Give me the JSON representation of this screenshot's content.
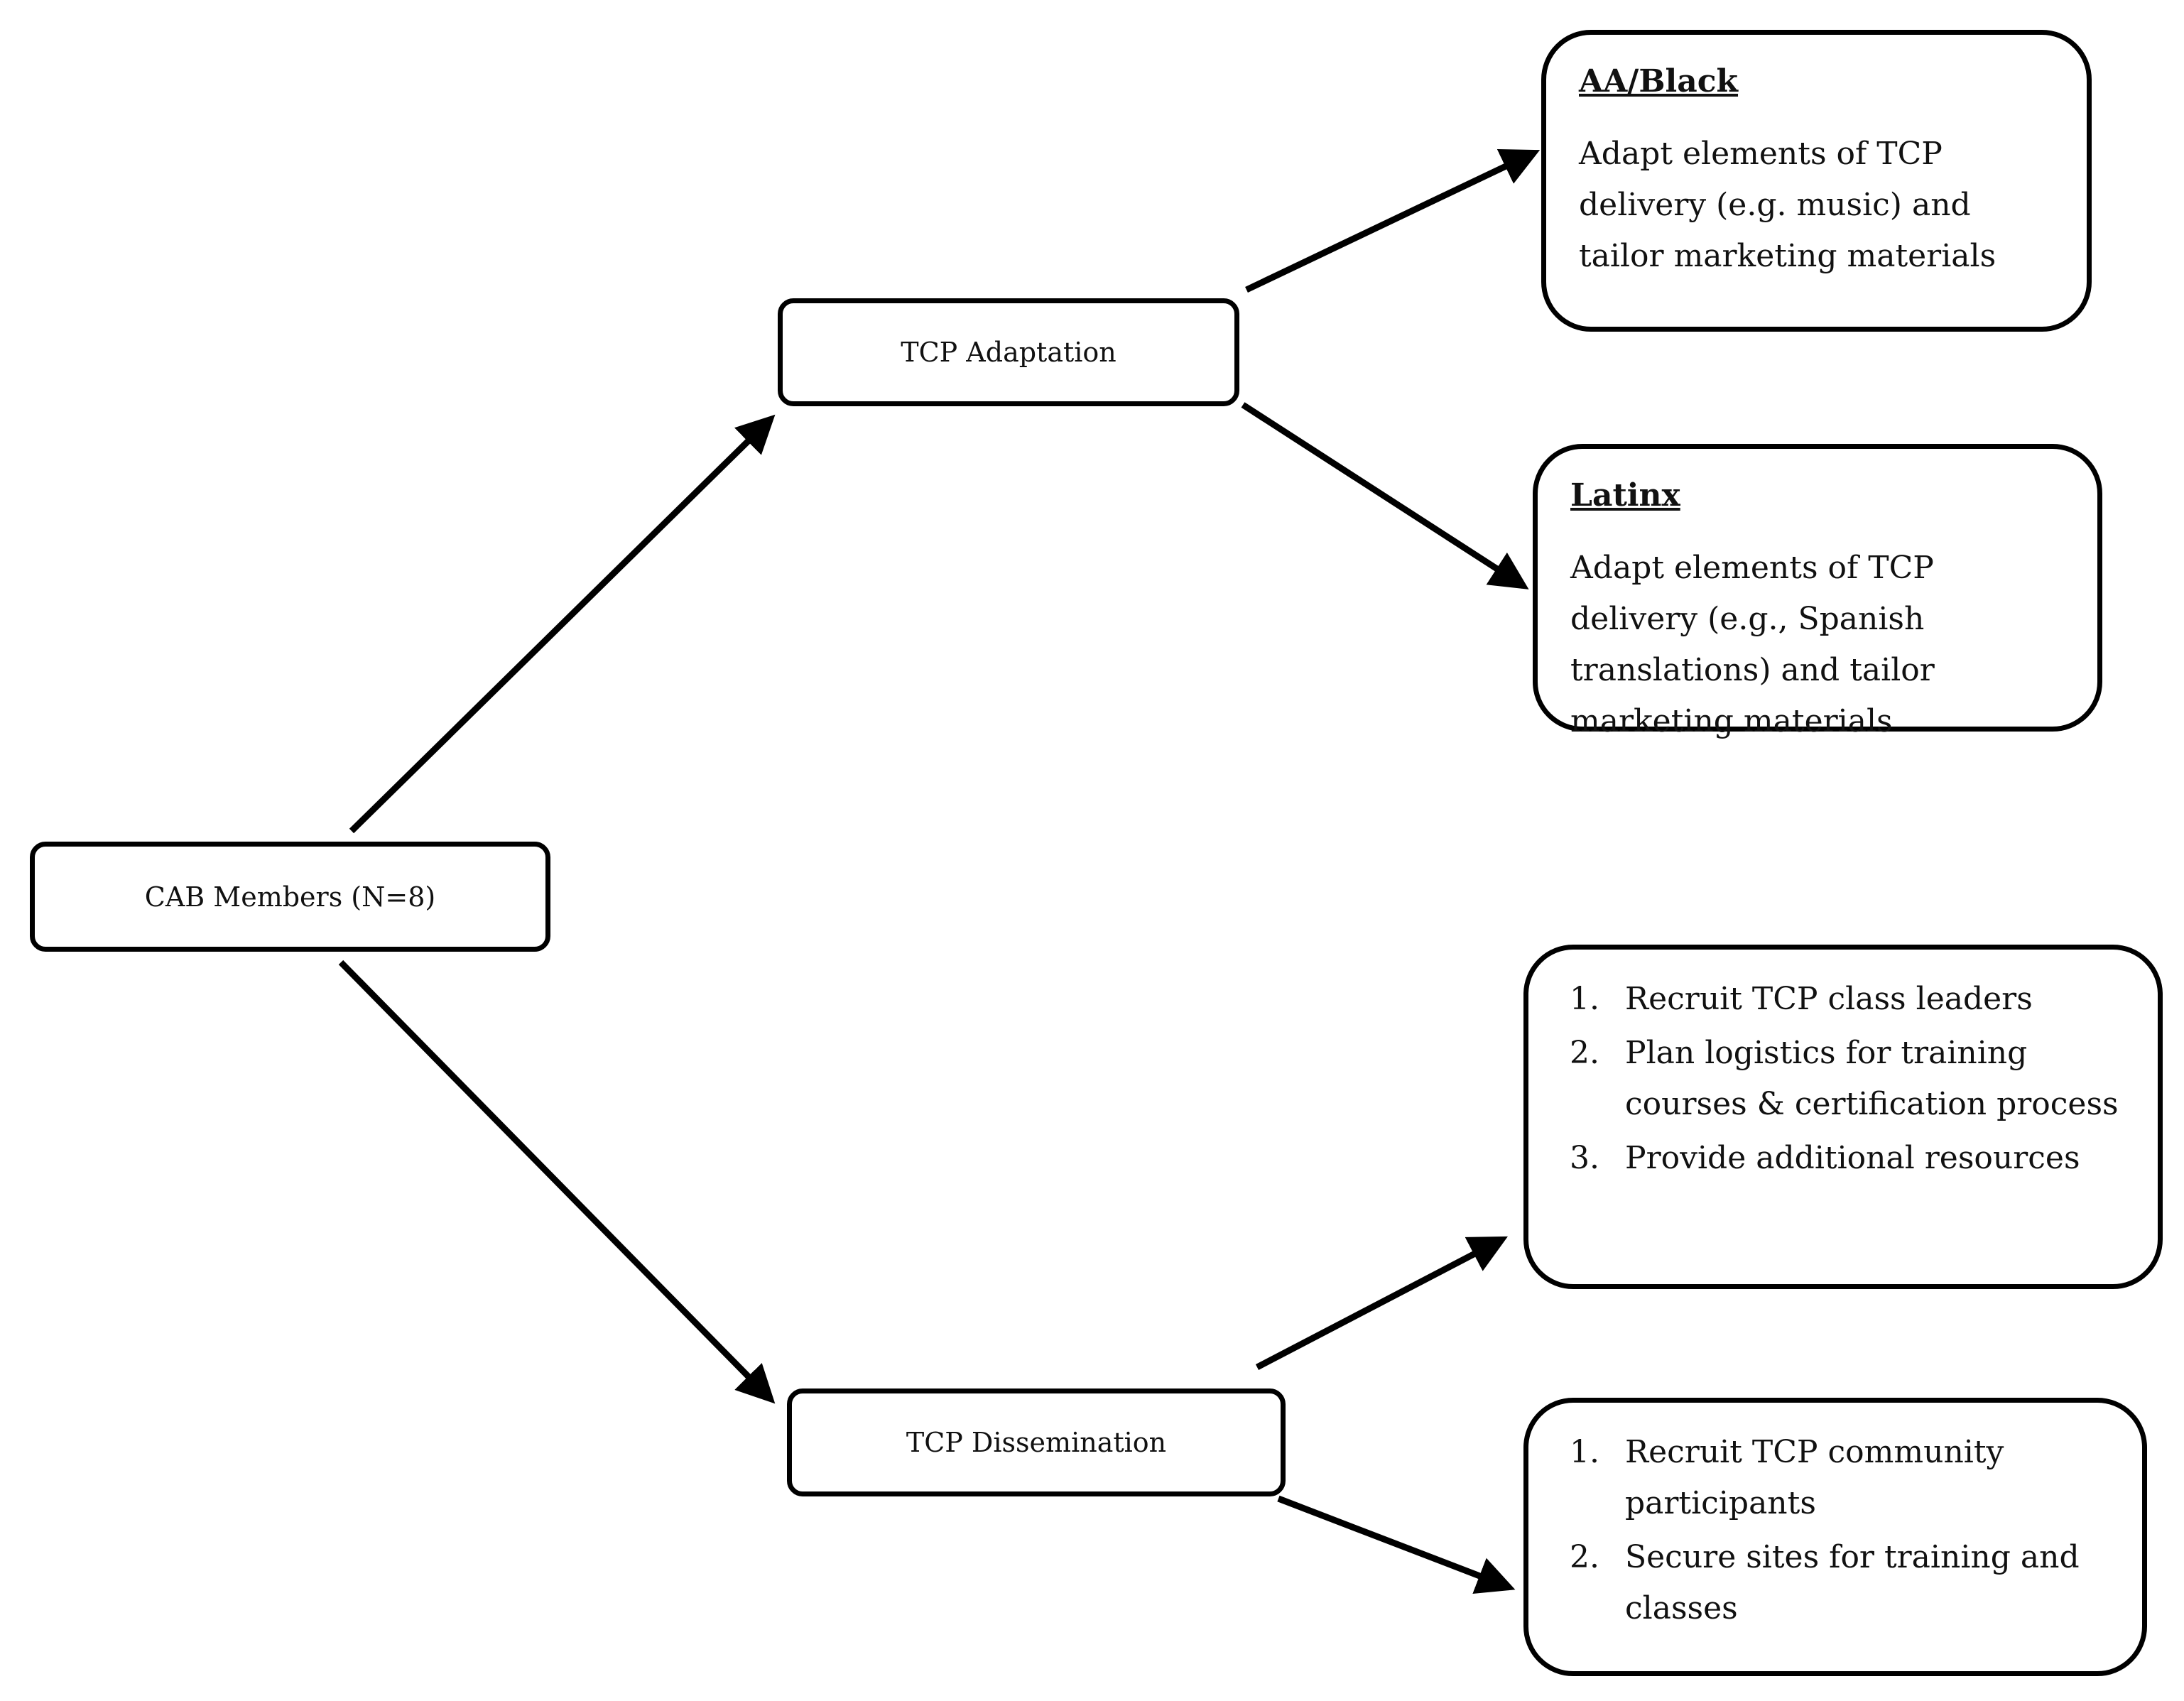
{
  "nodes": {
    "cab": {
      "label": "CAB Members (N=8)"
    },
    "adaptation": {
      "label": "TCP Adaptation"
    },
    "dissemination": {
      "label": "TCP Dissemination"
    },
    "aa_black": {
      "heading": "AA/Black",
      "body": "Adapt elements of TCP delivery (e.g. music) and tailor marketing materials"
    },
    "latinx": {
      "heading": "Latinx",
      "body": "Adapt elements of TCP delivery (e.g., Spanish translations) and tailor marketing materials"
    },
    "dissemination_tasks_1": {
      "items": [
        "Recruit TCP class leaders",
        "Plan logistics for training courses & certification process",
        "Provide additional resources"
      ]
    },
    "dissemination_tasks_2": {
      "items": [
        "Recruit TCP community participants",
        "Secure sites for training and classes"
      ]
    }
  },
  "edges": [
    {
      "from": "CAB Members (N=8)",
      "to": "TCP Adaptation"
    },
    {
      "from": "CAB Members (N=8)",
      "to": "TCP Dissemination"
    },
    {
      "from": "TCP Adaptation",
      "to": "AA/Black"
    },
    {
      "from": "TCP Adaptation",
      "to": "Latinx"
    },
    {
      "from": "TCP Dissemination",
      "to": "dissemination_tasks_1"
    },
    {
      "from": "TCP Dissemination",
      "to": "dissemination_tasks_2"
    }
  ],
  "colors": {
    "stroke": "#000000",
    "background": "#ffffff"
  }
}
